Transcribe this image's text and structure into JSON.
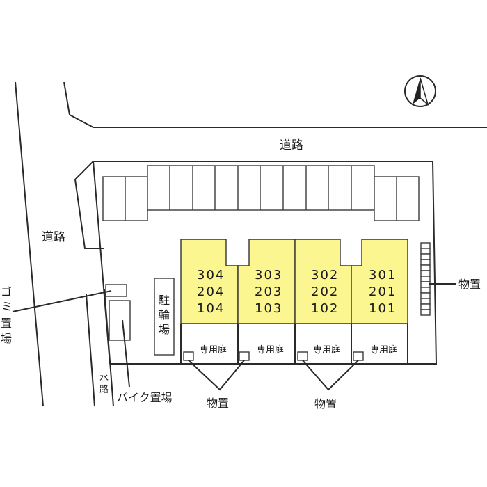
{
  "map": {
    "road_north_label": "道路",
    "road_west_label": "道路",
    "bicycle_parking_label": [
      "駐",
      "輪",
      "場"
    ],
    "garbage_label": [
      "ゴ",
      "ミ",
      "置",
      "場"
    ],
    "motorbike_parking_label": "バイク置場",
    "waterway_label": [
      "水",
      "路"
    ],
    "storage_label": "物置",
    "private_garden_label": "専用庭",
    "north_arrow": "north-arrow-icon",
    "unit_fill_color": "#fbf68f",
    "buildings": [
      {
        "units": [
          "304",
          "204",
          "104"
        ]
      },
      {
        "units": [
          "303",
          "203",
          "103"
        ]
      },
      {
        "units": [
          "302",
          "202",
          "102"
        ]
      },
      {
        "units": [
          "301",
          "201",
          "101"
        ]
      }
    ]
  }
}
